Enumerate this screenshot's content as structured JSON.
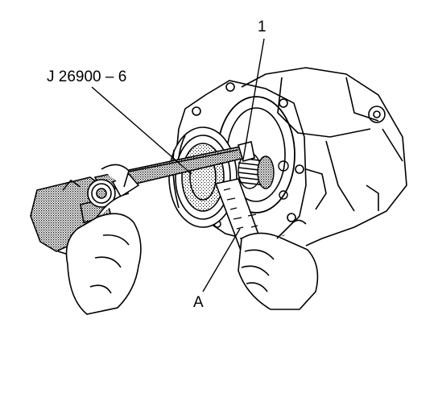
{
  "labels": {
    "tool": "J 26900 – 6",
    "item_1": "1",
    "item_a": "A"
  },
  "colors": {
    "ink": "#000000",
    "shade": "#9a9a9a",
    "paper": "#ffffff"
  }
}
